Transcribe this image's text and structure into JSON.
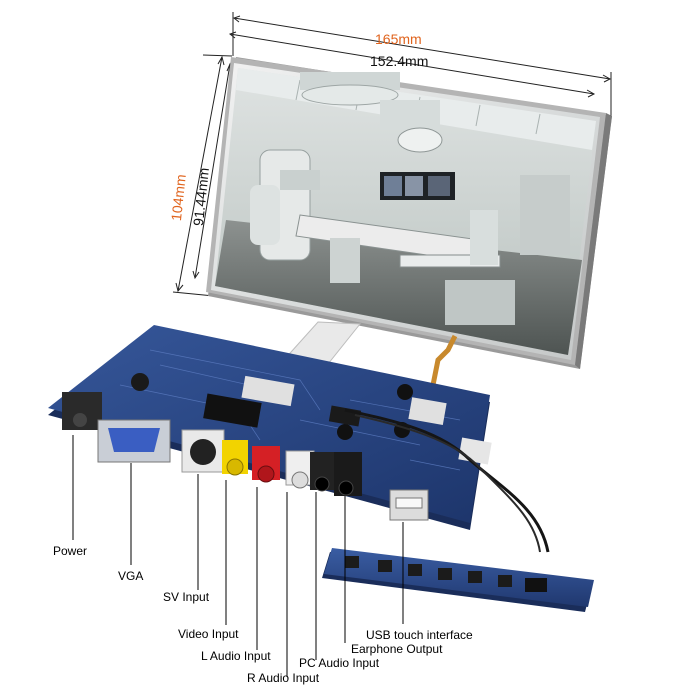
{
  "dimensions": {
    "outer_width": "165mm",
    "inner_width": "152.4mm",
    "outer_height": "104mm",
    "inner_height": "91.44mm"
  },
  "labels": {
    "power": "Power",
    "vga": "VGA",
    "sv_input": "SV Input",
    "video_input": "Video Input",
    "l_audio_input": "L Audio Input",
    "r_audio_input": "R Audio Input",
    "pc_audio_input": "PC Audio Input",
    "earphone_output": "Earphone Output",
    "usb_touch_interface": "USB touch interface"
  },
  "colors": {
    "dimension_accent": "#e0641e",
    "pcb": "#2b4a86",
    "bezel": "#8c8c8c",
    "leader_line": "#000000"
  },
  "icons": {
    "pcb_chip_logo": "chip-icon"
  }
}
